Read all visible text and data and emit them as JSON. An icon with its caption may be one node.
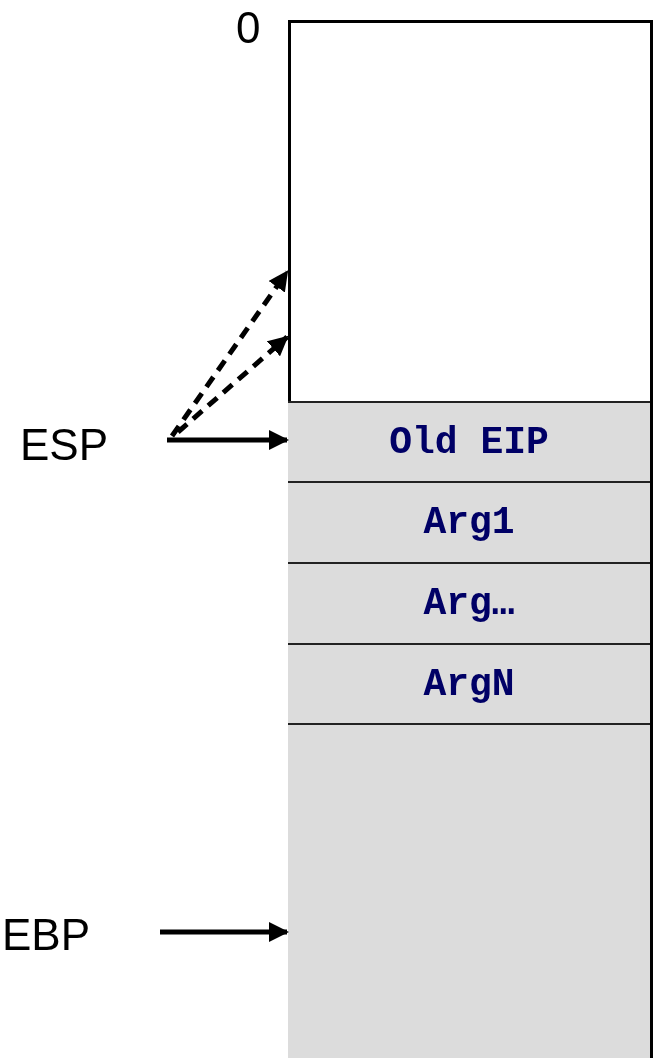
{
  "diagram": {
    "nodes": [
      {
        "text": [],
        "shape": "box"
      },
      {
        "text": [
          "Old EIP"
        ],
        "in": 0
      },
      {
        "text": [
          "Arg1"
        ],
        "in": 0
      },
      {
        "text": [
          "Arg…"
        ],
        "in": 0
      },
      {
        "text": [
          "ArgN"
        ],
        "in": 0
      },
      {
        "text": [],
        "shape": "box",
        "in": 0
      },
      {
        "text": [
          "ESP"
        ]
      },
      {
        "text": [
          "EBP"
        ]
      }
    ],
    "edges": [
      {
        "from": 6,
        "to": 0,
        "arrow": "to",
        "style": "dashed"
      },
      {
        "from": 6,
        "to": 0,
        "arrow": "to",
        "style": "dashed"
      },
      {
        "from": 6,
        "to": 1,
        "arrow": "to"
      },
      {
        "from": 7,
        "to": 5,
        "arrow": "to"
      }
    ],
    "labels": [
      "0"
    ]
  }
}
